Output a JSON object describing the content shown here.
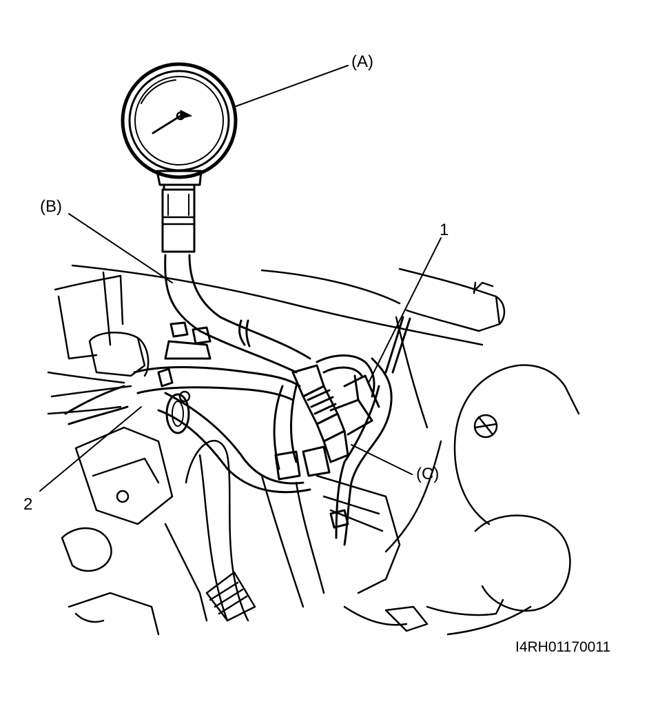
{
  "labels": {
    "gauge": "(A)",
    "hose": "(B)",
    "attachment": "(C)",
    "part1": "1",
    "part2": "2"
  },
  "figure_code": "I4RH01170011",
  "colors": {
    "ink": "#000000",
    "paper": "#ffffff"
  }
}
